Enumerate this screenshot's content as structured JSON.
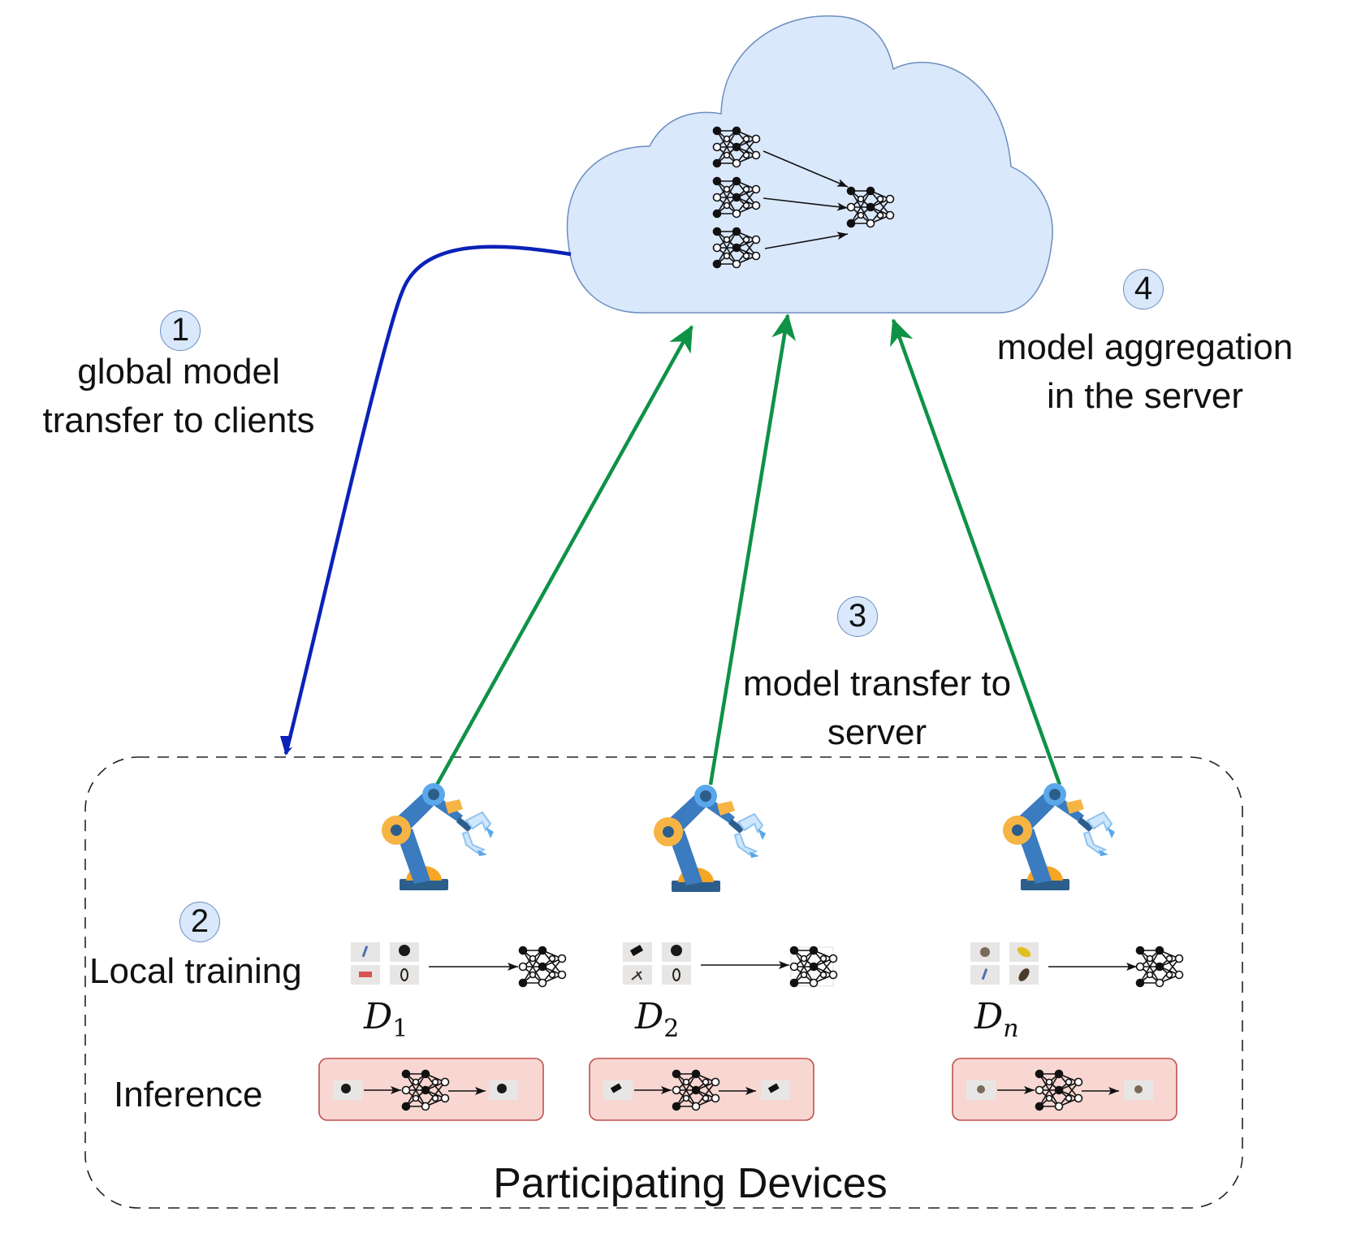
{
  "cloud": {
    "name": "server-cloud"
  },
  "steps": [
    {
      "number": "1",
      "label_lines": [
        "global model",
        "transfer to clients"
      ]
    },
    {
      "number": "2",
      "label_lines": [
        "Local training"
      ]
    },
    {
      "number": "3",
      "label_lines": [
        "model transfer to",
        "server"
      ]
    },
    {
      "number": "4",
      "label_lines": [
        "model aggregation",
        "in the server"
      ]
    }
  ],
  "rows": {
    "inference_label": "Inference"
  },
  "container_title": "Participating Devices",
  "datasets": [
    {
      "symbol": "D",
      "subscript": "1"
    },
    {
      "symbol": "D",
      "subscript": "2"
    },
    {
      "symbol": "D",
      "subscript": "n"
    }
  ],
  "colors": {
    "cloud_fill": "#dae8fc",
    "cloud_stroke": "#6c8ebf",
    "download_arrow": "#0a22b8",
    "upload_arrow": "#0e9246",
    "inference_fill": "#f8d7d2",
    "inference_stroke": "#c0504d",
    "badge_fill": "#dae8fc"
  },
  "icons": [
    "robot-arm-icon",
    "neural-network-icon",
    "object-image-thumbnail"
  ]
}
